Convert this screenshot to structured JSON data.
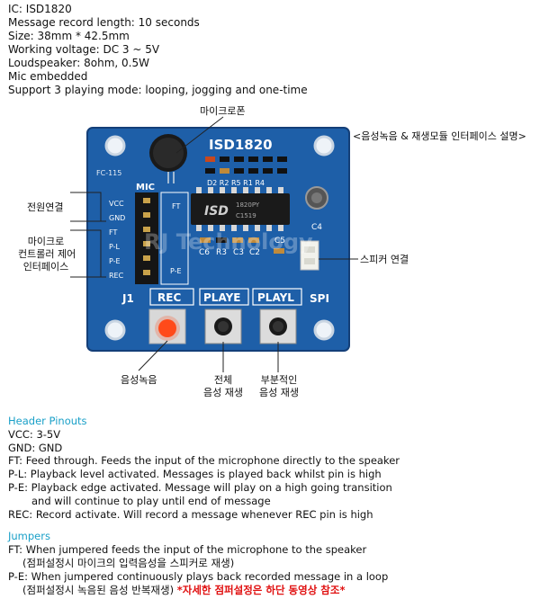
{
  "specs": {
    "lines": [
      "IC: ISD1820",
      "Message record length: 10 seconds",
      "Size: 38mm * 42.5mm",
      "Working voltage: DC 3 ~ 5V",
      "Loudspeaker: 8ohm, 0.5W",
      "Mic embedded",
      "Support 3 playing mode: looping, jogging and one-time"
    ]
  },
  "diagram": {
    "caption": "<음성녹음 & 재생모듈 인터페이스 설명>",
    "callouts": {
      "microphone": "마이크로폰",
      "power": "전원연결",
      "mcu_line1": "마이크로",
      "mcu_line2": "컨트롤러 제어",
      "mcu_line3": "인터페이스",
      "speaker": "스피커 연결",
      "record": "음성녹음",
      "full_line1": "전체",
      "full_line2": "음성 재생",
      "part_line1": "부분적인",
      "part_line2": "음성 재생"
    },
    "board": {
      "title": "ISD1820",
      "fc": "FC-115",
      "mic": "MIC",
      "pins": [
        "VCC",
        "GND",
        "FT",
        "P-L",
        "P-E",
        "REC"
      ],
      "ft": "FT",
      "pe": "P-E",
      "chip_text": "ISD",
      "chip_code1": "1820PY",
      "chip_code2": "C1519",
      "c4": "C4",
      "c5": "C5",
      "row_labels": [
        "C6",
        "R3",
        "C3",
        "C2"
      ],
      "top_labels": "D2 R2 R5 R1 R4",
      "j1": "J1",
      "rec": "REC",
      "playe": "PLAYE",
      "playl": "PLAYL",
      "spi": "SPI",
      "watermark": "RJ Technology"
    }
  },
  "header_pinouts": {
    "title": "Header Pinouts",
    "lines": [
      "VCC: 3-5V",
      "GND: GND",
      "FT: Feed through. Feeds the input of the microphone directly to the speaker",
      "P-L: Playback level activated. Messages is played back whilst pin is high",
      "P-E: Playback edge activated. Message will play on a high going transition",
      "and will continue to play until end of message",
      "REC: Record activate. Will record a message whenever REC pin is high"
    ]
  },
  "jumpers": {
    "title": "Jumpers",
    "ft_line": "FT: When jumpered feeds the input of the microphone to the speaker",
    "ft_korean": "(점퍼설정시 마이크의 입력음성을 스피커로 재생)",
    "pe_line": "P-E: When jumpered continuously plays back recorded message in a loop",
    "pe_korean": "(점퍼설정시 녹음된 음성 반복재생)",
    "note": "*자세한 점퍼설정은 하단 동영상 참조*"
  },
  "colors": {
    "board": "#1e5fa8",
    "board_dark": "#143f78",
    "accent_text": "#1aa0c8",
    "note_red": "#e01010",
    "rec_led": "#ff4a1a"
  }
}
